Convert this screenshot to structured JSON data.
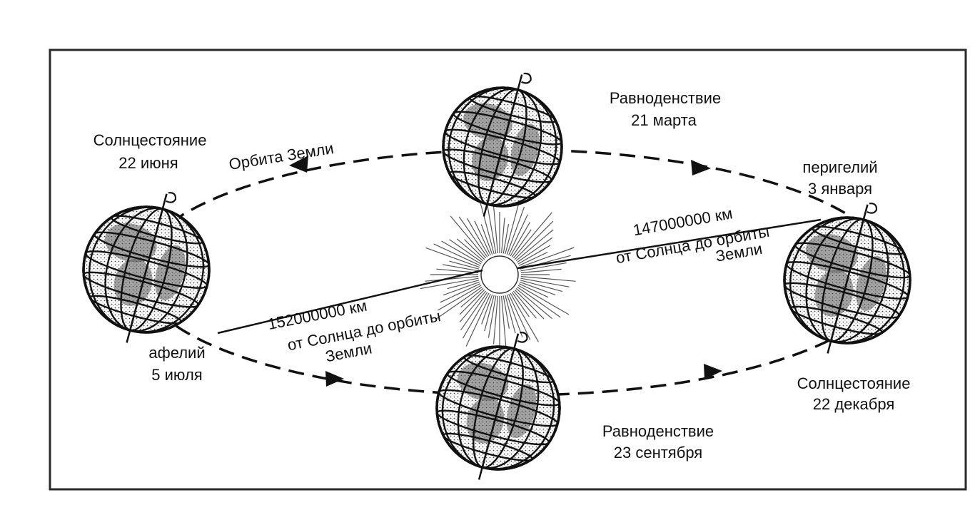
{
  "diagram": {
    "orbit_label": "Орбита Земли",
    "positions": {
      "june_solstice": {
        "name": "Солнцестояние",
        "date": "22 июня"
      },
      "march_equinox": {
        "name": "Равноденствие",
        "date": "21 марта"
      },
      "perihelion": {
        "name": "перигелий",
        "date": "3 января"
      },
      "aphelion": {
        "name": "афелий",
        "date": "5 июля"
      },
      "december_solstice": {
        "name": "Солнцестояние",
        "date": "22 декабря"
      },
      "september_equinox": {
        "name": "Равноденствие",
        "date": "23 сентября"
      }
    },
    "distances": {
      "perihelion": {
        "value": "147000000 км",
        "line1": "от Солнца до орбиты",
        "line2": "Земли"
      },
      "aphelion": {
        "value": "152000000 км",
        "line1": "от Солнца до орбиты",
        "line2": "Земли"
      }
    },
    "colors": {
      "ink": "#111111",
      "paper": "#ffffff",
      "shading": "#5a5a5a"
    }
  }
}
